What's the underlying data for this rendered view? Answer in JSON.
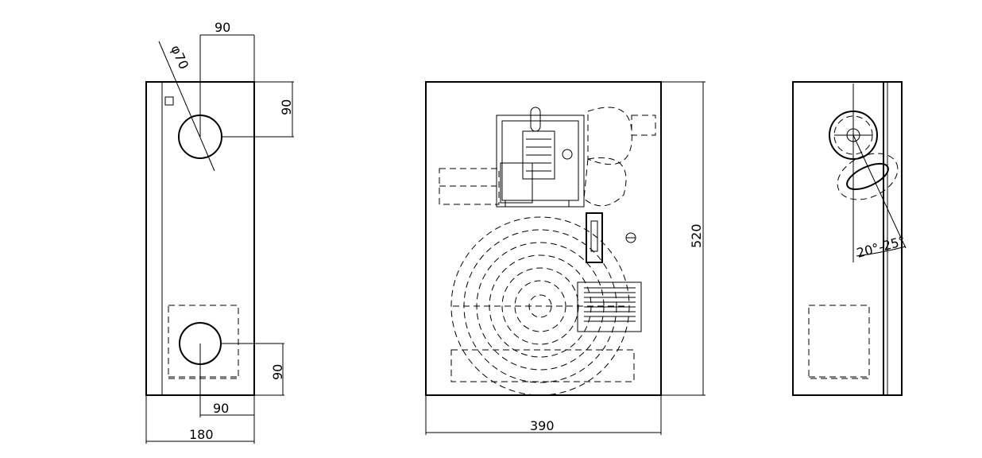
{
  "dimensions": {
    "left_top_width": "90",
    "left_diameter": "φ70",
    "left_top_height": "90",
    "left_bottom_height": "90",
    "left_bottom_width": "90",
    "left_total_width": "180",
    "front_height": "520",
    "front_width": "390",
    "right_angle": "20°-25°"
  }
}
